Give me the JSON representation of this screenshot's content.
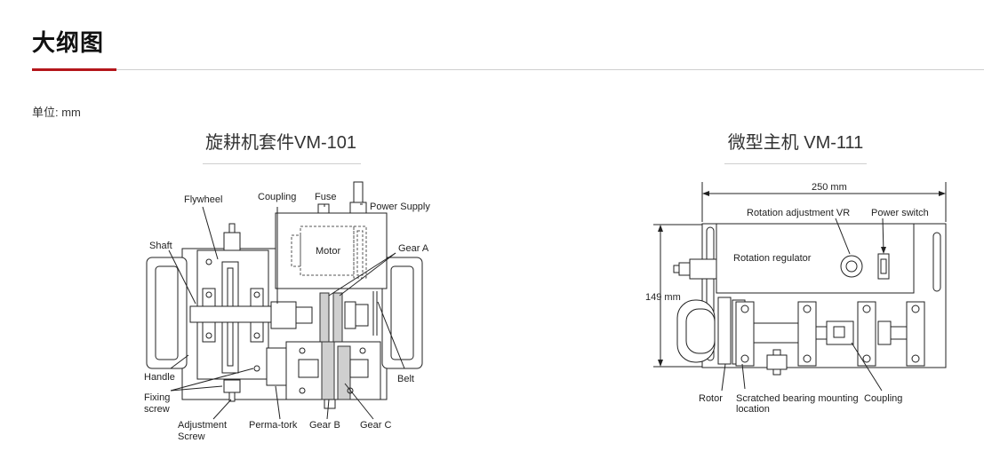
{
  "page": {
    "title": "大纲图",
    "unit": "单位: mm",
    "accent_color": "#b4161b"
  },
  "left": {
    "title": "旋耕机套件VM-101",
    "labels": {
      "flywheel": "Flywheel",
      "coupling": "Coupling",
      "fuse": "Fuse",
      "power_supply": "Power Supply",
      "motor": "Motor",
      "gear_a": "Gear A",
      "shaft": "Shaft",
      "handle": "Handle",
      "fixing_screw_1": "Fixing",
      "fixing_screw_2": "screw",
      "adjustment_screw_1": "Adjustment",
      "adjustment_screw_2": "Screw",
      "perma_tork": "Perma-tork",
      "gear_b": "Gear B",
      "gear_c": "Gear C",
      "belt": "Belt"
    }
  },
  "right": {
    "title": "微型主机 VM-111",
    "labels": {
      "width": "250 mm",
      "height": "149 mm",
      "rotation_vr": "Rotation adjustment VR",
      "power_switch": "Power switch",
      "rotation_regulator": "Rotation regulator",
      "rotor": "Rotor",
      "bearing_1": "Scratched bearing mounting",
      "bearing_2": "location",
      "coupling": "Coupling"
    }
  }
}
